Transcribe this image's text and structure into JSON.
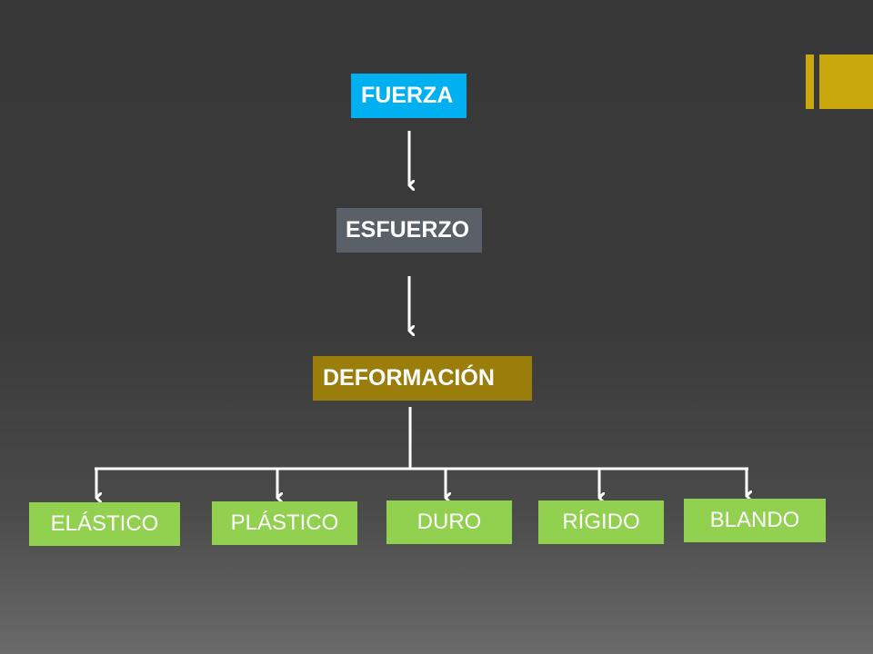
{
  "slide": {
    "accent_color": "#c9a80e"
  },
  "diagram": {
    "nodes": {
      "fuerza": {
        "label": "FUERZA",
        "color": "#00b0f0"
      },
      "esfuerzo": {
        "label": "ESFUERZO",
        "color": "#5a6068"
      },
      "deformacion": {
        "label": "DEFORMACIÓN",
        "color": "#9a7d0a"
      }
    },
    "types": [
      {
        "label": "ELÁSTICO"
      },
      {
        "label": "PLÁSTICO"
      },
      {
        "label": "DURO"
      },
      {
        "label": "RÍGIDO"
      },
      {
        "label": "BLANDO"
      }
    ],
    "leaf_color": "#92d050",
    "connector_color": "#ffffff"
  }
}
